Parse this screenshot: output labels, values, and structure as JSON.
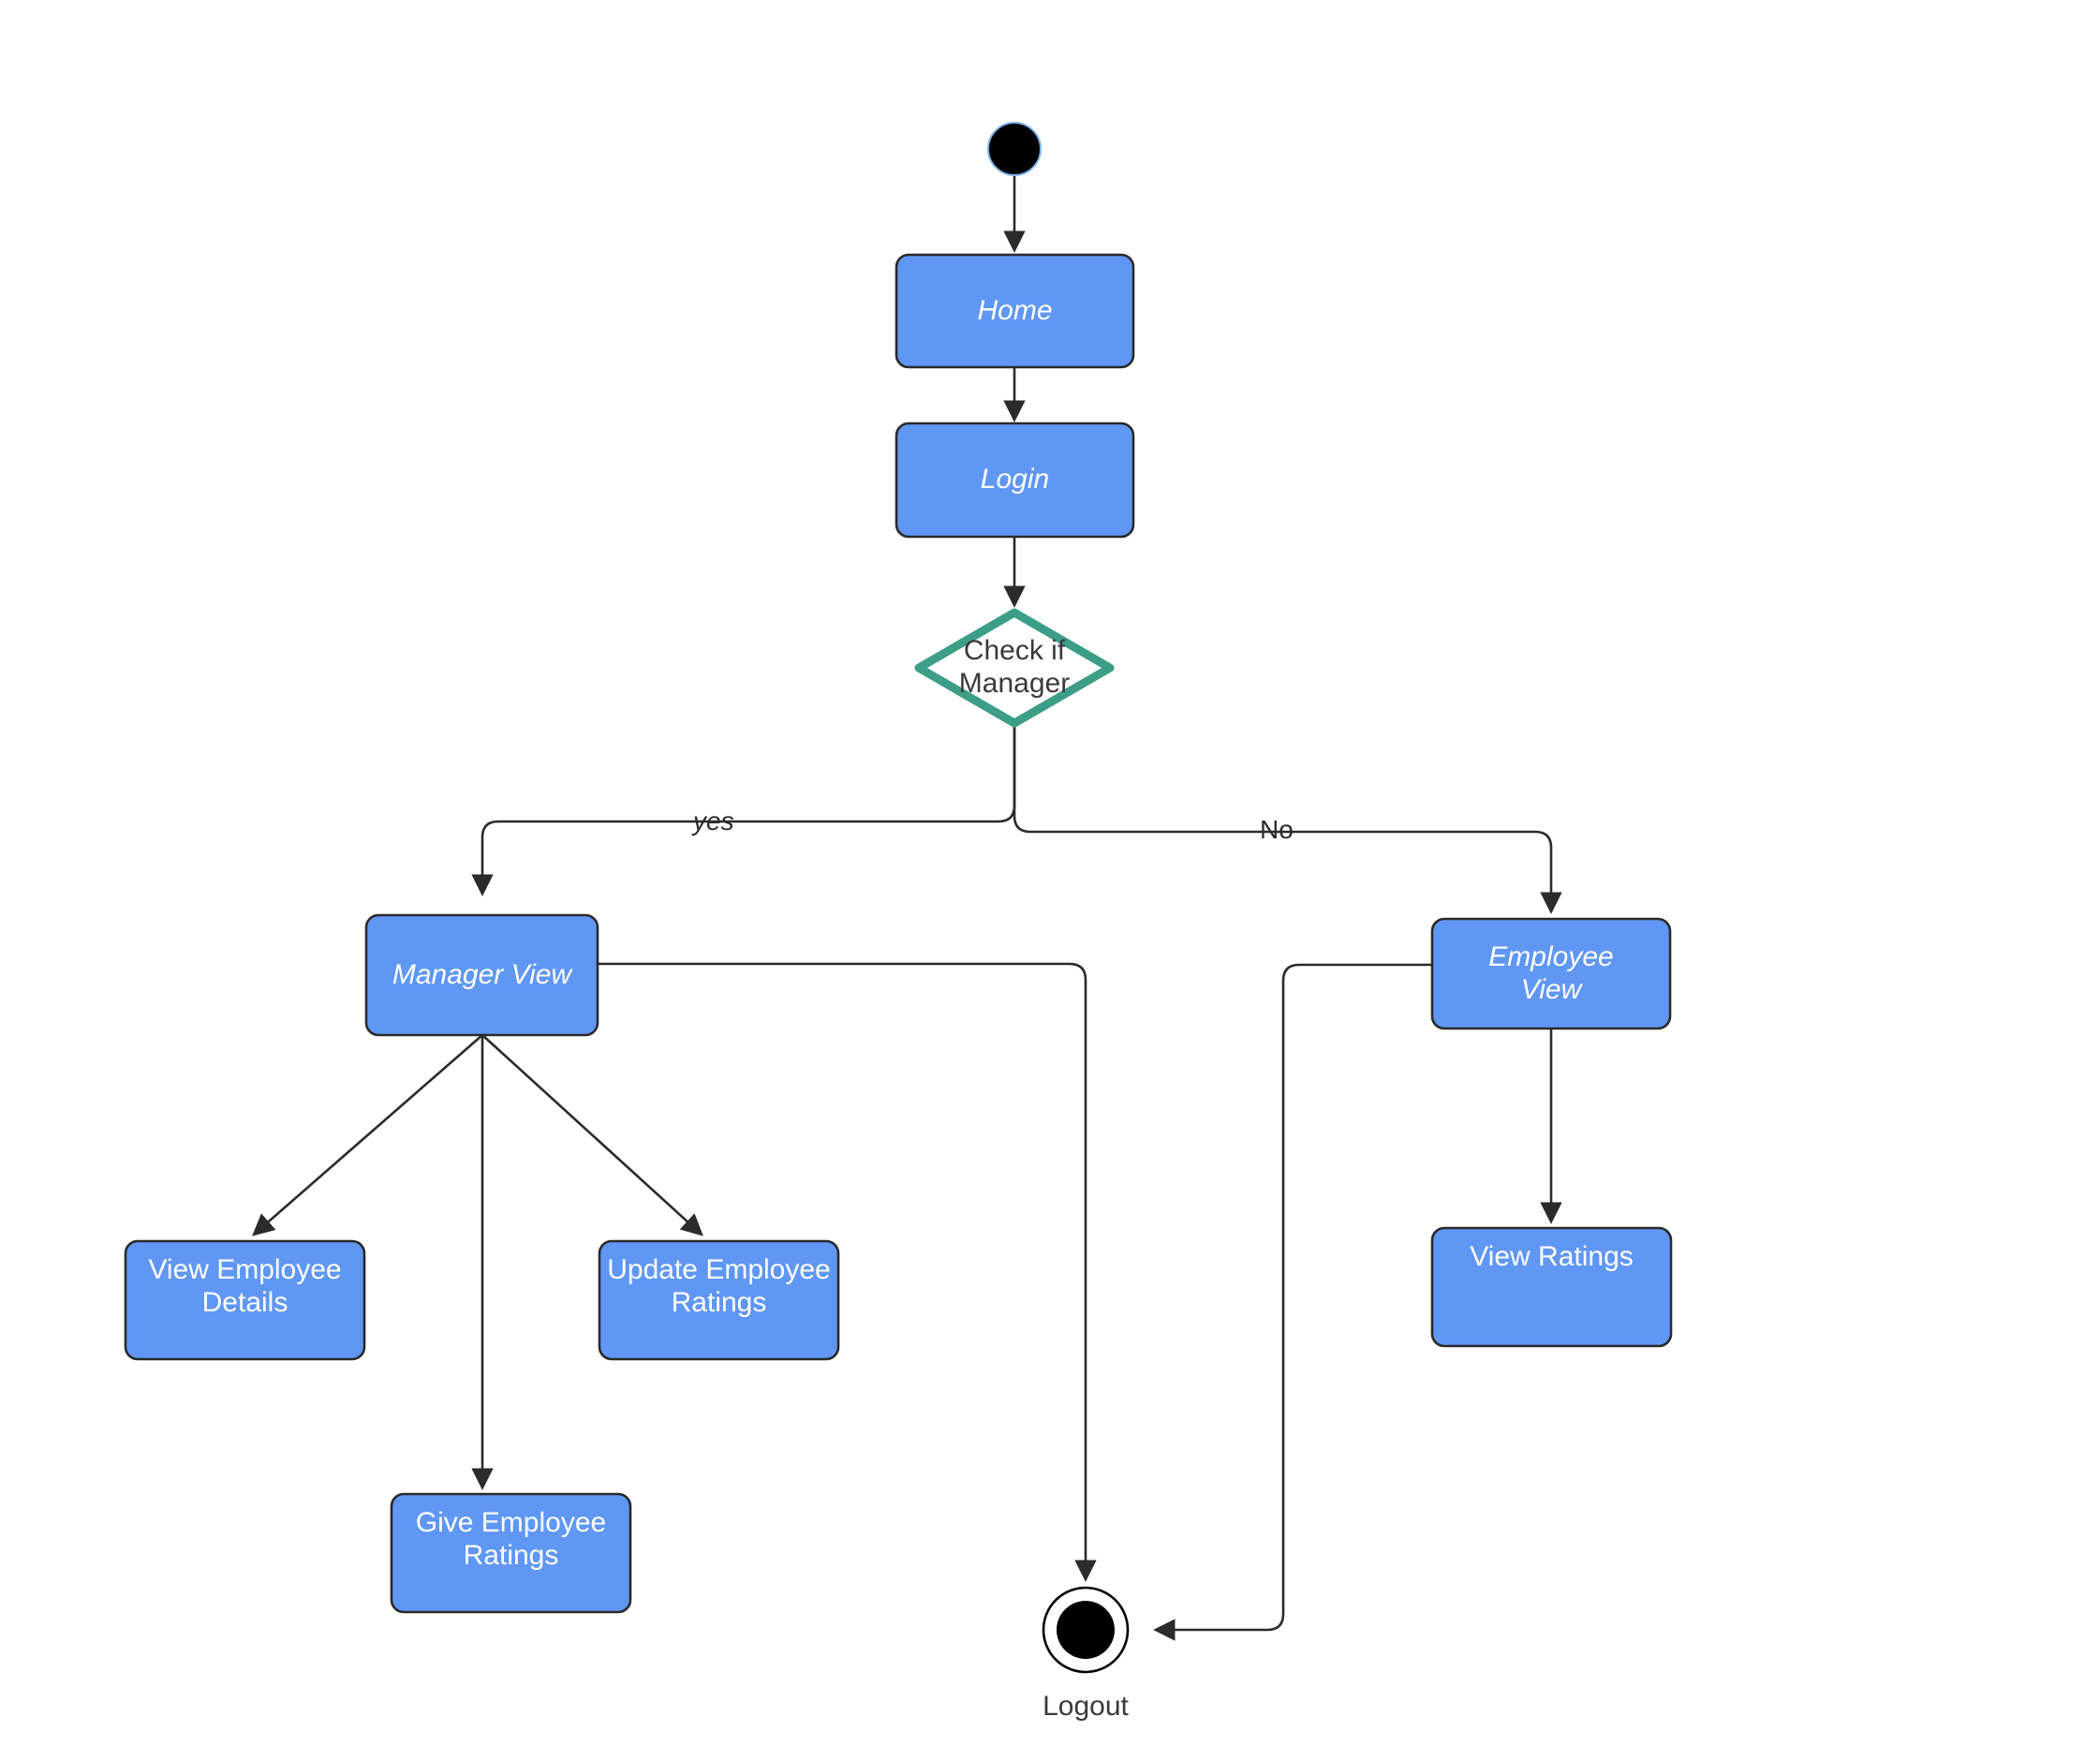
{
  "diagram": {
    "type": "uml-activity-diagram",
    "background_color": "#ffffff",
    "palette": {
      "node_fill": "#6097F5",
      "node_stroke": "#2A2A2A",
      "node_text": "#ffffff",
      "decision_stroke": "#3D9E87",
      "decision_fill": "#ffffff",
      "decision_text": "#3A3A3A",
      "edge_stroke": "#2B2B2B",
      "terminal_fill": "#000000",
      "label_text": "#3A3A3A"
    },
    "nodes": {
      "start": {
        "kind": "initial-node",
        "label": ""
      },
      "home": {
        "kind": "state",
        "label": "Home",
        "style": "italic"
      },
      "login": {
        "kind": "state",
        "label": "Login",
        "style": "italic"
      },
      "decision": {
        "kind": "decision",
        "label": "Check if\nManager",
        "style": "normal"
      },
      "manager_view": {
        "kind": "state",
        "label": "Manager View",
        "style": "italic"
      },
      "employee_view": {
        "kind": "state",
        "label": "Employee\nView",
        "style": "italic"
      },
      "view_employee_details": {
        "kind": "activity",
        "label": "View Employee\nDetails",
        "style": "normal"
      },
      "give_employee_ratings": {
        "kind": "activity",
        "label": "Give Employee\nRatings",
        "style": "normal"
      },
      "update_employee_ratings": {
        "kind": "activity",
        "label": "Update Employee\nRatings",
        "style": "normal"
      },
      "view_ratings": {
        "kind": "activity",
        "label": "View Ratings",
        "style": "normal"
      },
      "end": {
        "kind": "final-node",
        "label": "Logout"
      }
    },
    "edges": [
      {
        "from": "start",
        "to": "home",
        "label": ""
      },
      {
        "from": "home",
        "to": "login",
        "label": ""
      },
      {
        "from": "login",
        "to": "decision",
        "label": ""
      },
      {
        "from": "decision",
        "to": "manager_view",
        "label": "yes",
        "style": "italic"
      },
      {
        "from": "decision",
        "to": "employee_view",
        "label": "No",
        "style": "normal"
      },
      {
        "from": "manager_view",
        "to": "view_employee_details",
        "label": ""
      },
      {
        "from": "manager_view",
        "to": "give_employee_ratings",
        "label": ""
      },
      {
        "from": "manager_view",
        "to": "update_employee_ratings",
        "label": ""
      },
      {
        "from": "manager_view",
        "to": "end",
        "label": ""
      },
      {
        "from": "employee_view",
        "to": "view_ratings",
        "label": ""
      },
      {
        "from": "employee_view",
        "to": "end",
        "label": ""
      }
    ]
  }
}
